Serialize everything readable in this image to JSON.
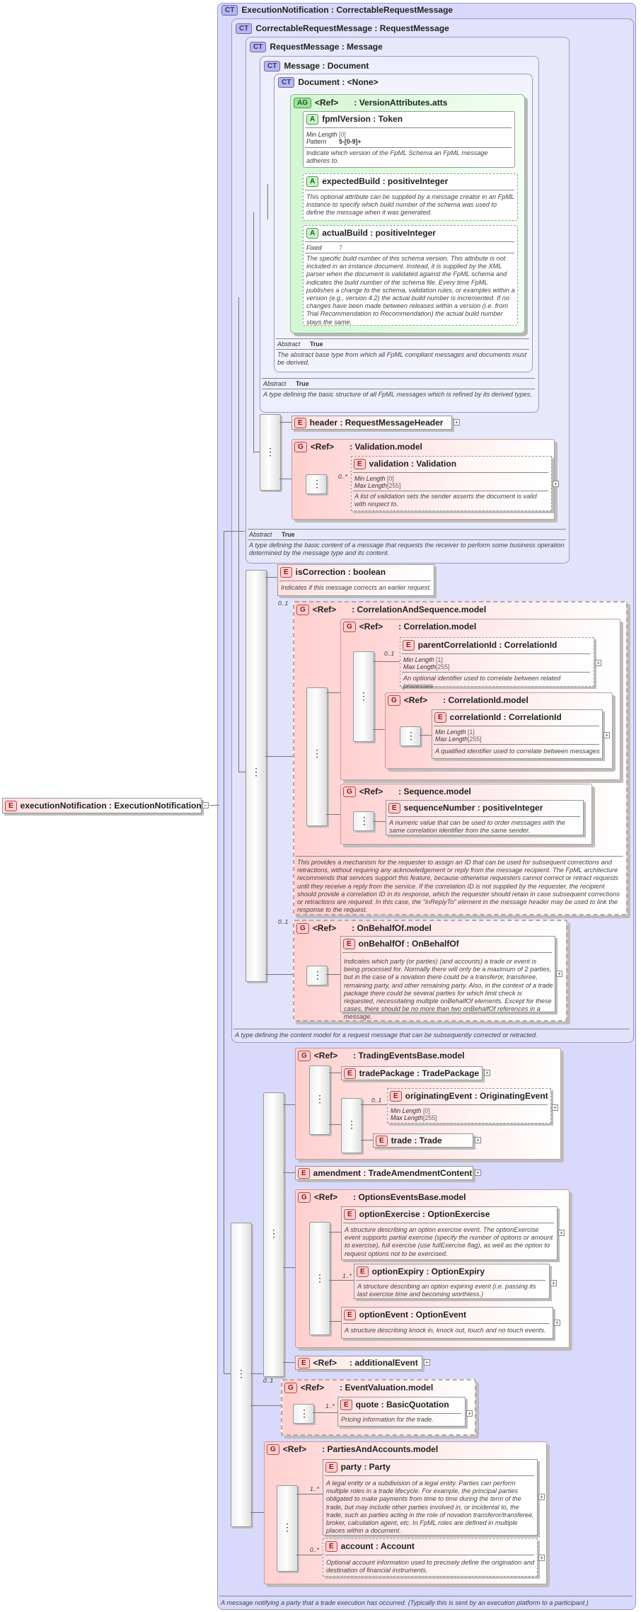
{
  "root": {
    "badge": "E",
    "label": "executionNotification : ExecutionNotification"
  },
  "ct_execution": {
    "badge": "CT",
    "title": "ExecutionNotification : CorrectableRequestMessage",
    "desc": "A message notifying a party that a trade execution has occurred. (Typically this is sent by an execution platform to a participant.)"
  },
  "ct_correctable": {
    "badge": "CT",
    "title": "CorrectableRequestMessage : RequestMessage",
    "desc": "A type defining the content model for a request message that can be subsequently corrected or retracted."
  },
  "ct_request": {
    "badge": "CT",
    "title": "RequestMessage : Message",
    "abstract_key": "Abstract",
    "abstract_val": "True",
    "desc": "A type defining the basic content of a message that requests the receiver to perform some business operation determined by the message type and its content."
  },
  "ct_message": {
    "badge": "CT",
    "title": "Message : Document",
    "abstract_key": "Abstract",
    "abstract_val": "True",
    "desc": "A type defining the basic structure of all FpML messages which is refined by its derived types."
  },
  "ct_document": {
    "badge": "CT",
    "title": "Document : <None>",
    "abstract_key": "Abstract",
    "abstract_val": "True",
    "desc": "The abstract base type from which all FpML compliant messages and documents must be derived."
  },
  "ag_version": {
    "badge": "AG",
    "ref": "<Ref>",
    "title": ": VersionAttributes.atts"
  },
  "attr_fpml": {
    "badge": "A",
    "title": "fpmlVersion : Token",
    "f1k": "Min Length",
    "f1v": "[0]",
    "f2k": "Pattern",
    "f2v": "5-[0-9]+",
    "desc": "Indicate which version of the FpML Schema an FpML message adheres to."
  },
  "attr_expected": {
    "badge": "A",
    "title": "expectedBuild : positiveInteger",
    "desc": "This optional attribute can be supplied by a message creator in an FpML instance to specify which build number of the schema was used to define the message when it was generated."
  },
  "attr_actual": {
    "badge": "A",
    "title": "actualBuild : positiveInteger",
    "f1k": "Fixed",
    "f1v": "7",
    "desc": "The specific build number of this schema version. This attribute is not included in an instance document. Instead, it is supplied by the XML parser when the document is validated against the FpML schema and indicates the build number of the schema file. Every time FpML publishes a change to the schema, validation rules, or examples within a version (e.g., version 4.2) the actual build number is incremented. If no changes have been made between releases within a version (i.e. from Trial Recommendation to Recommendation) the actual build number stays the same."
  },
  "el_header": {
    "badge": "E",
    "title": "header : RequestMessageHeader"
  },
  "grp_validation": {
    "badge": "G",
    "ref": "<Ref>",
    "title": ": Validation.model"
  },
  "el_validation": {
    "badge": "E",
    "occ": "0..*",
    "title": "validation : Validation",
    "f1k": "Min Length",
    "f1v": "[0]",
    "f2k": "Max Length",
    "f2v": "[255]",
    "desc": "A list of validation sets the sender asserts the document is valid with respect to."
  },
  "el_iscorrection": {
    "badge": "E",
    "title": "isCorrection : boolean",
    "desc": "Indicates if this message corrects an earlier request."
  },
  "grp_corrseq": {
    "badge": "G",
    "occ": "0..1",
    "ref": "<Ref>",
    "title": ": CorrelationAndSequence.model",
    "desc": "This provides a mechanism for the requester to assign an ID that can be used for subsequent corrections and retractions, without requiring any acknowledgement or reply from the message recipient. The FpML architecture recommends that services support this feature, because otherwise requesters cannot correct or retract requests until they receive a reply from the service. If the correlation ID is not supplied by the requester, the recipient should provide a correlation ID in its response, which the requester should retain in case subsequent corrections or retractions are required. In this case, the \"inReplyTo\" element in the message header may be used to link the response to the request."
  },
  "grp_correlation": {
    "badge": "G",
    "ref": "<Ref>",
    "title": ": Correlation.model"
  },
  "el_parentcorr": {
    "badge": "E",
    "occ": "0..1",
    "title": "parentCorrelationId : CorrelationId",
    "f1k": "Min Length",
    "f1v": "[1]",
    "f2k": "Max Length",
    "f2v": "[255]",
    "desc": "An optional identifier used to correlate between related processes"
  },
  "grp_correlationid": {
    "badge": "G",
    "ref": "<Ref>",
    "title": ": CorrelationId.model"
  },
  "el_corrid": {
    "badge": "E",
    "title": "correlationId : CorrelationId",
    "f1k": "Min Length",
    "f1v": "[1]",
    "f2k": "Max Length",
    "f2v": "[255]",
    "desc": "A qualified identifier used to correlate between messages"
  },
  "grp_sequence": {
    "badge": "G",
    "ref": "<Ref>",
    "title": ": Sequence.model"
  },
  "el_seqnum": {
    "badge": "E",
    "title": "sequenceNumber : positiveInteger",
    "desc": "A numeric value that can be used to order messages with the same correlation identifier from the same sender."
  },
  "grp_onbehalf": {
    "badge": "G",
    "occ": "0..1",
    "ref": "<Ref>",
    "title": ": OnBehalfOf.model"
  },
  "el_onbehalf": {
    "badge": "E",
    "title": "onBehalfOf : OnBehalfOf",
    "desc": "Indicates which party (or parties) (and accounts) a trade or event is being processed for. Normally there will only be a maximum of 2 parties, but in the case of a novation there could be a transferor, transferee, remaining party, and other remaining party. Also, in the context of a trade package there could be several parties for which limit check is requested, necessitating multiple onBehalfOf elements. Except for these cases, there should be no more than two onBehalfOf references in a message."
  },
  "grp_trading": {
    "badge": "G",
    "ref": "<Ref>",
    "title": ": TradingEventsBase.model"
  },
  "el_tradepackage": {
    "badge": "E",
    "title": "tradePackage : TradePackage"
  },
  "el_originating": {
    "badge": "E",
    "occ": "0..1",
    "title": "originatingEvent : OriginatingEvent",
    "f1k": "Min Length",
    "f1v": "[0]",
    "f2k": "Max Length",
    "f2v": "[255]"
  },
  "el_trade": {
    "badge": "E",
    "title": "trade : Trade"
  },
  "el_amendment": {
    "badge": "E",
    "title": "amendment : TradeAmendmentContent"
  },
  "grp_options": {
    "badge": "G",
    "ref": "<Ref>",
    "title": ": OptionsEventsBase.model"
  },
  "el_optexercise": {
    "badge": "E",
    "title": "optionExercise : OptionExercise",
    "desc": "A structure describing an option exercise event. The optionExercise event supports partial exercise (specify the number of options or amount to exercise), full exercise (use fullExercise flag), as well as the option to request options not to be exercised."
  },
  "el_optexpiry": {
    "badge": "E",
    "occ": "1..*",
    "title": "optionExpiry : OptionExpiry",
    "desc": "A structure describing an option expiring event (i.e. passing its last exercise time and becoming worthless.)"
  },
  "el_optevent": {
    "badge": "E",
    "title": "optionEvent : OptionEvent",
    "desc": "A structure describing knock in, knock out, touch and no touch events."
  },
  "el_additional": {
    "badge": "E",
    "ref": "<Ref>",
    "title": ": additionalEvent"
  },
  "grp_evalval": {
    "badge": "G",
    "occ": "0..1",
    "ref": "<Ref>",
    "title": ": EventValuation.model"
  },
  "el_quote": {
    "badge": "E",
    "occ": "1..*",
    "title": "quote : BasicQuotation",
    "desc": "Pricing information for the trade."
  },
  "grp_parties": {
    "badge": "G",
    "ref": "<Ref>",
    "title": ": PartiesAndAccounts.model"
  },
  "el_party": {
    "badge": "E",
    "occ": "1..*",
    "title": "party : Party",
    "desc": "A legal entity or a subdivision of a legal entity. Parties can perform multiple roles in a trade lifecycle. For example, the principal parties obligated to make payments from time to time during the term of the trade, but may include other parties involved in, or incidental to, the trade, such as parties acting in the role of novation transferor/transferee, broker, calculation agent, etc. In FpML roles are defined in multiple places within a document."
  },
  "el_account": {
    "badge": "E",
    "occ": "0..*",
    "title": "account : Account",
    "desc": "Optional account information used to precisely define the origination and destination of financial instruments."
  }
}
